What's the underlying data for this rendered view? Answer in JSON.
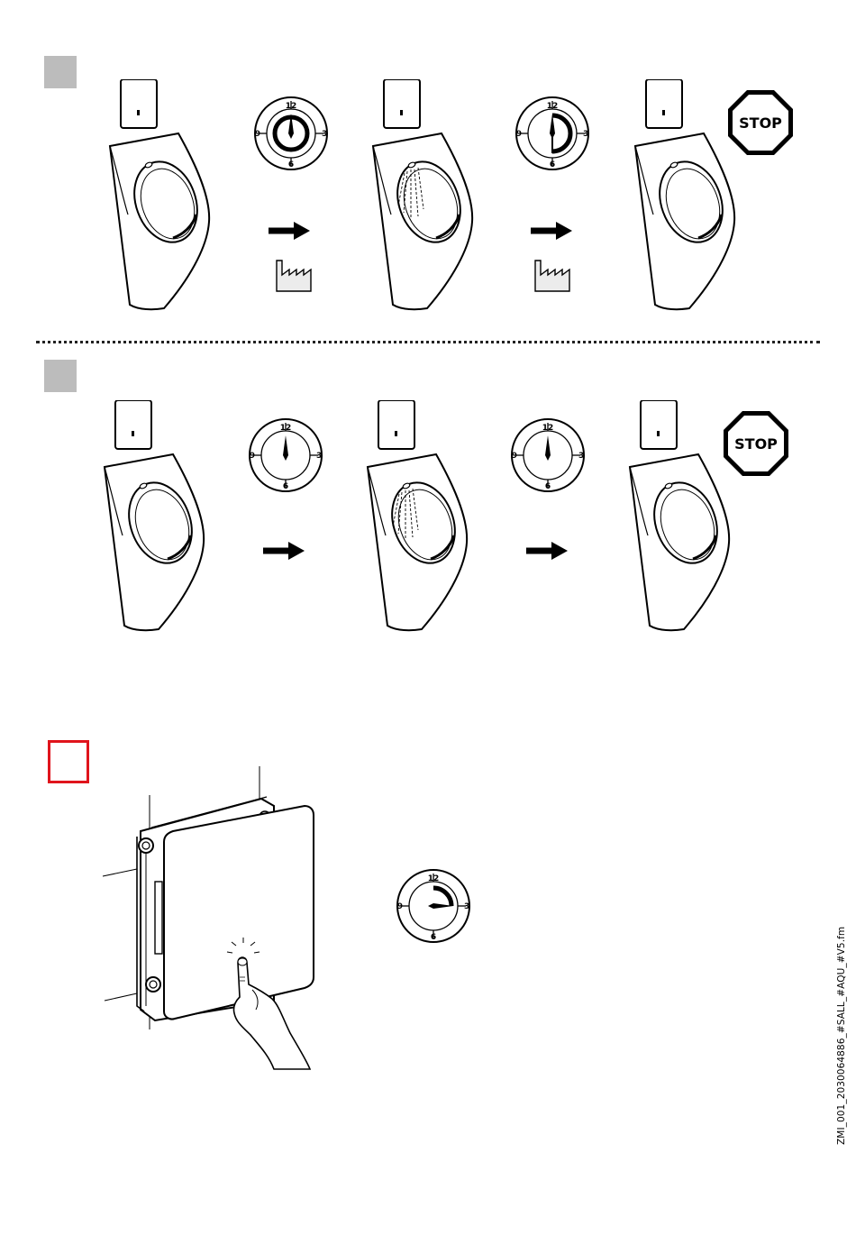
{
  "stop_label": "STOP",
  "clock_labels": {
    "top": "12",
    "right": "3",
    "bottom": "6",
    "left": "9"
  },
  "file_reference": "ZMI_001_2030064886_#SALL_#AQU_#V5.fm",
  "colors": {
    "marker_gray": "#bcbcbc",
    "accent_red": "#e0141c",
    "ink": "#000000"
  },
  "icons": [
    "sensor-plate-icon",
    "urinal-icon",
    "clock-icon",
    "arrow-right-icon",
    "factory-icon",
    "stop-sign-icon",
    "control-unit-icon",
    "hand-press-icon"
  ]
}
